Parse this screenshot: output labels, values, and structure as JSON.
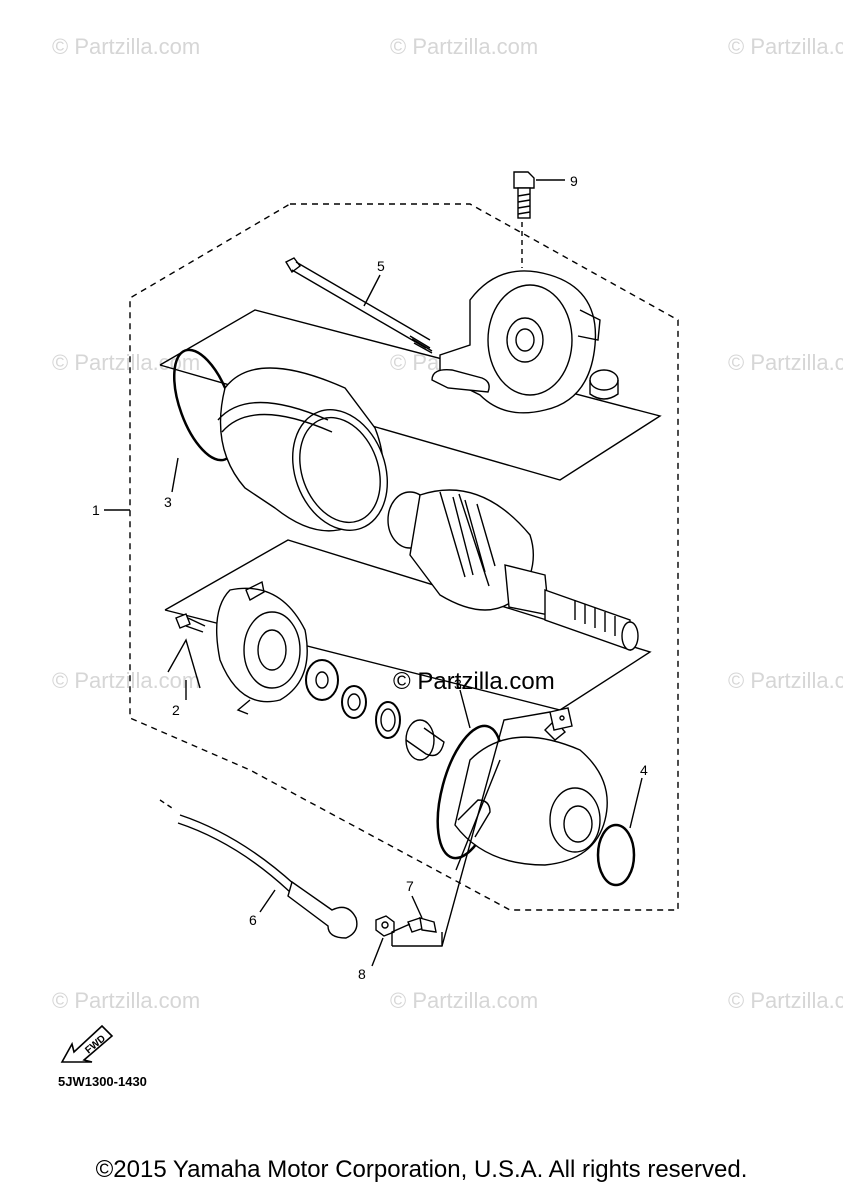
{
  "watermark": "© Partzilla.com",
  "callouts": {
    "n1": "1",
    "n2": "2",
    "n3": "3",
    "n4": "4",
    "n5": "5",
    "n6": "6",
    "n7": "7",
    "n8": "8",
    "n9": "9",
    "n3b": "3"
  },
  "fwd_label": "FWD",
  "diagram_code": "5JW1300-1430",
  "copyright": "©2015 Yamaha Motor Corporation, U.S.A. All rights reserved."
}
